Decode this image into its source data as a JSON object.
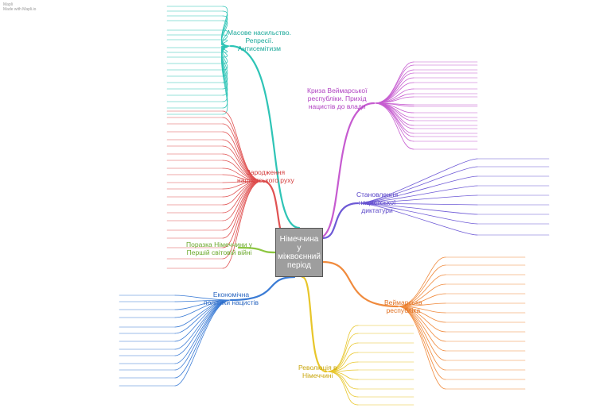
{
  "corner": {
    "line1": "Mapli",
    "line2": "Made with Mapli.io"
  },
  "center": {
    "title": "Німеччина\nу\nміжвоєнний\nперіод"
  },
  "branches": [
    {
      "id": "b1",
      "title": "Масове насильство.\nРепресії.\nАнтисемітизм",
      "color": "#2ec4b6"
    },
    {
      "id": "b2",
      "title": "Криза Веймарської\nреспубліки. Прихід\nнацистів до влади",
      "color": "#c65bd0"
    },
    {
      "id": "b3",
      "title": "Зародження\nнацистського руху",
      "color": "#e05252"
    },
    {
      "id": "b4",
      "title": "Становлення\nнацистської\nдиктатури",
      "color": "#6e5ad6"
    },
    {
      "id": "b5",
      "title": "Поразка Німеччини у\nПершій світовій війні",
      "color": "#8cc63f"
    },
    {
      "id": "b6",
      "title": "Економічна\nполітики нацистів",
      "color": "#3a7bd5"
    },
    {
      "id": "b7",
      "title": "Веймарська\nреспубліка",
      "color": "#f08a3c"
    },
    {
      "id": "b8",
      "title": "Революція в\nНімеччині",
      "color": "#e8c62a"
    }
  ]
}
